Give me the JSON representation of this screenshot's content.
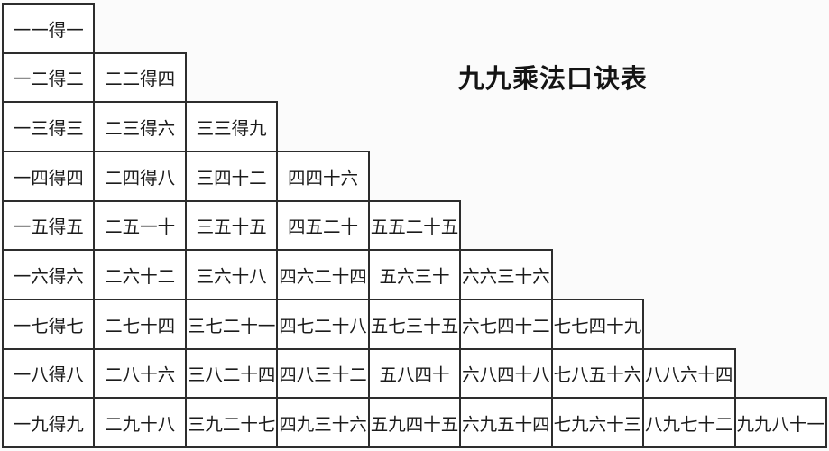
{
  "title": "九九乘法口诀表",
  "table": {
    "rows": [
      [
        "一一得一"
      ],
      [
        "一二得二",
        "二二得四"
      ],
      [
        "一三得三",
        "二三得六",
        "三三得九"
      ],
      [
        "一四得四",
        "二四得八",
        "三四十二",
        "四四十六"
      ],
      [
        "一五得五",
        "二五一十",
        "三五十五",
        "四五二十",
        "五五二十五"
      ],
      [
        "一六得六",
        "二六十二",
        "三六十八",
        "四六二十四",
        "五六三十",
        "六六三十六"
      ],
      [
        "一七得七",
        "二七十四",
        "三七二十一",
        "四七二十八",
        "五七三十五",
        "六七四十二",
        "七七四十九"
      ],
      [
        "一八得八",
        "二八十六",
        "三八二十四",
        "四八三十二",
        "五八四十",
        "六八四十八",
        "七八五十六",
        "八八六十四"
      ],
      [
        "一九得九",
        "二九十八",
        "三九二十七",
        "四九三十六",
        "五九四十五",
        "六九五十四",
        "七九六十三",
        "八九七十二",
        "九九八十一"
      ]
    ]
  },
  "colors": {
    "border": "#2d2d2d",
    "text": "#1b1b1b",
    "cell_background": "#ffffff",
    "page_background": "#fbfbfb"
  }
}
